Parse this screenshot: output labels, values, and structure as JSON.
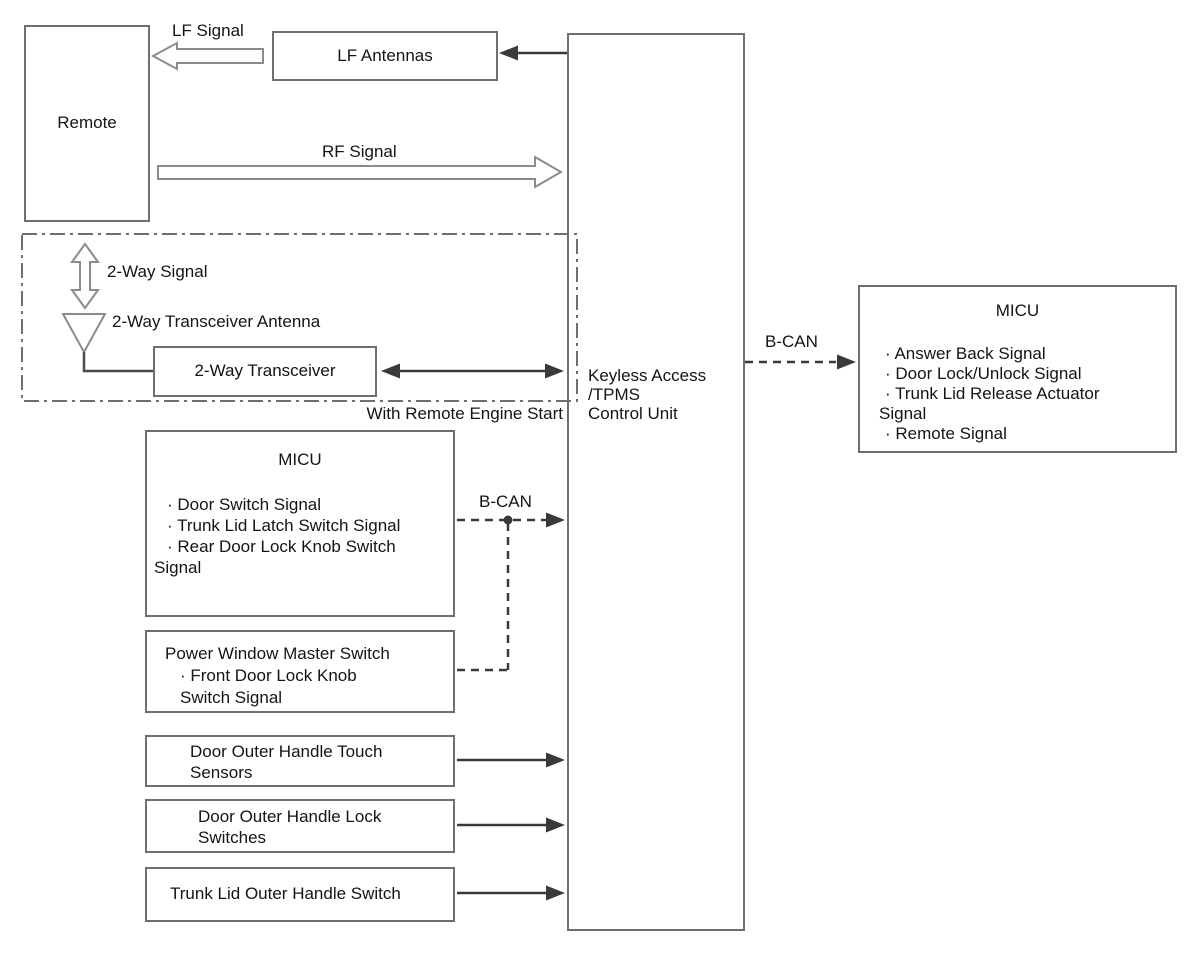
{
  "diagram": {
    "boxes": {
      "remote": {
        "label": "Remote"
      },
      "lf_antennas": {
        "label": "LF Antennas"
      },
      "two_way_transceiver": {
        "label": "2-Way Transceiver"
      },
      "control_unit": {
        "lines": [
          "Keyless Access",
          "/TPMS",
          "Control Unit"
        ]
      },
      "micu_right": {
        "title": "MICU",
        "lines": [
          "· Answer Back Signal",
          "· Door Lock/Unlock Signal",
          "· Trunk Lid Release Actuator",
          "Signal",
          "· Remote Signal"
        ]
      },
      "micu_left": {
        "title": "MICU",
        "lines": [
          "· Door Switch Signal",
          "· Trunk Lid Latch Switch Signal",
          "· Rear Door Lock Knob Switch",
          "Signal"
        ]
      },
      "power_window": {
        "lines": [
          "Power Window Master Switch",
          "· Front Door Lock Knob",
          "Switch Signal"
        ]
      },
      "touch_sensors": {
        "lines": [
          "Door Outer Handle Touch",
          "Sensors"
        ]
      },
      "lock_switches": {
        "lines": [
          "Door Outer Handle Lock",
          "Switches"
        ]
      },
      "trunk_switch": {
        "label": "Trunk Lid Outer Handle Switch"
      }
    },
    "labels": {
      "lf_signal": "LF Signal",
      "rf_signal": "RF Signal",
      "two_way_signal": "2-Way Signal",
      "two_way_antenna": "2-Way Transceiver Antenna",
      "with_remote_engine_start": "With Remote Engine Start",
      "b_can_left": "B-CAN",
      "b_can_right": "B-CAN"
    },
    "colors": {
      "background": "#ffffff",
      "box_border": "#6f6f6f",
      "line": "#3a3a3a",
      "hollow_arrow_stroke": "#8c8c8c",
      "text": "#141414"
    }
  }
}
